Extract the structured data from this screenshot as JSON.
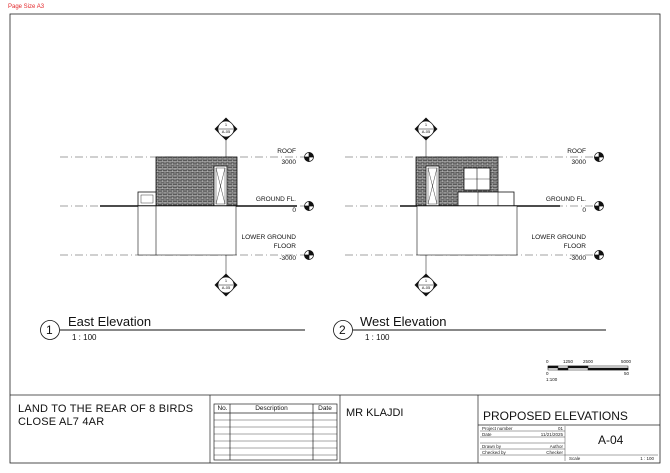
{
  "page_label": "Page Size A3",
  "views": [
    {
      "number": "1",
      "title": "East Elevation",
      "scale": "1 : 100",
      "levels": [
        {
          "name_lines": [
            "ROOF"
          ],
          "value": "3000"
        },
        {
          "name_lines": [
            "GROUND FL."
          ],
          "value": "0"
        },
        {
          "name_lines": [
            "LOWER GROUND",
            "FLOOR"
          ],
          "value": "-3000"
        }
      ],
      "section_marks": {
        "top": {
          "num": "1",
          "sheet": "A-05"
        },
        "bottom": {
          "num": "1",
          "sheet": "A-05"
        }
      }
    },
    {
      "number": "2",
      "title": "West Elevation",
      "scale": "1 : 100",
      "levels": [
        {
          "name_lines": [
            "ROOF"
          ],
          "value": "3000"
        },
        {
          "name_lines": [
            "GROUND FL."
          ],
          "value": "0"
        },
        {
          "name_lines": [
            "LOWER GROUND",
            "FLOOR"
          ],
          "value": "-3000"
        }
      ],
      "section_marks": {
        "top": {
          "num": "1",
          "sheet": "A-05"
        },
        "bottom": {
          "num": "1",
          "sheet": "A-05"
        }
      }
    }
  ],
  "scale_bar": {
    "top_labels": [
      "0",
      "1250",
      "2500",
      "5000"
    ],
    "bottom_labels": [
      "0",
      "50"
    ],
    "ratio": "1:100"
  },
  "title_block": {
    "site_lines": [
      "LAND TO THE REAR OF 8 BIRDS",
      "CLOSE AL7 4AR"
    ],
    "revisions": {
      "headers": [
        "No.",
        "Description",
        "Date"
      ]
    },
    "client": "MR KLAJDI",
    "sheet_title": "PROPOSED ELEVATIONS",
    "fields": [
      {
        "label": "Project number",
        "value": "01"
      },
      {
        "label": "Date",
        "value": "11/21/2025"
      },
      {
        "label": "Drawn by",
        "value": "Author"
      },
      {
        "label": "Checked by",
        "value": "Checker"
      }
    ],
    "scale_label": "Scale",
    "scale_value": "1 : 100",
    "sheet_number": "A-04"
  }
}
